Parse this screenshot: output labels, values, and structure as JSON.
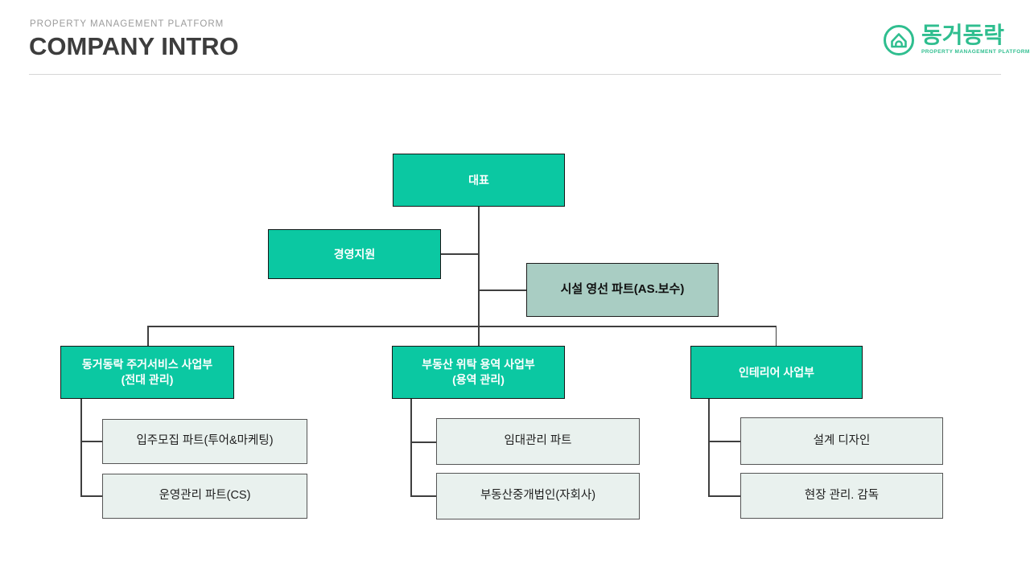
{
  "header": {
    "subtitle": "PROPERTY MANAGEMENT PLATFORM",
    "title": "COMPANY INTRO"
  },
  "logo": {
    "name": "동거동락",
    "caption": "PROPERTY MANAGEMENT PLATFORM",
    "icon": "house-in-circle-icon",
    "color": "#2fbe8f"
  },
  "colors": {
    "box_teal": "#0bc8a2",
    "box_sage": "#a9cdc3",
    "box_light": "#e9f1ee",
    "connector": "#3f3f3f"
  },
  "org_chart": {
    "root": {
      "label": "대표"
    },
    "staff_left": {
      "label": "경영지원"
    },
    "staff_right": {
      "label": "시설 영선 파트(AS.보수)"
    },
    "divisions": [
      {
        "label_line1": "동거동락 주거서비스 사업부",
        "label_line2": "(전대 관리)",
        "children": [
          "입주모집 파트(투어&마케팅)",
          "운영관리 파트(CS)"
        ]
      },
      {
        "label_line1": "부동산 위탁 용역 사업부",
        "label_line2": "(용역 관리)",
        "children": [
          "임대관리 파트",
          "부동산중개법인(자회사)"
        ]
      },
      {
        "label_line1": "인테리어 사업부",
        "label_line2": "",
        "children": [
          "설계 디자인",
          "현장 관리. 감독"
        ]
      }
    ]
  }
}
